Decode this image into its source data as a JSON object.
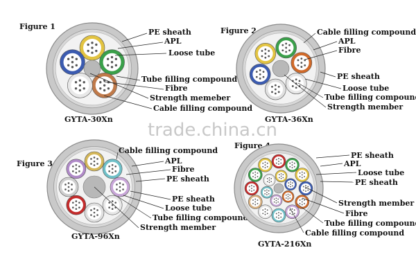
{
  "watermark": "trade.china.cn",
  "colors": {
    "sheath": "#c9c9c9",
    "sheath_edge": "#8a8a8a",
    "inner": "#f2f2f2",
    "core": "#b8b8b8",
    "tube_palette": [
      "#3b5bb0",
      "#e2c341",
      "#3aa04a",
      "#d06a2a",
      "#cfcfcf",
      "#c8a6d8",
      "#e0e0e0",
      "#c42b2b",
      "#f0f0f0",
      "#6fc0c8",
      "#d8b080"
    ]
  },
  "figures": [
    {
      "id": "fig1",
      "heading": "Figure 1",
      "model": "GYTA-30Xn",
      "labels": [
        "PE sheath",
        "APL",
        "Loose tube",
        "Tube filling compound",
        "Fibre",
        "Strength memeber",
        "Cable filling compound"
      ],
      "tube_count": 5,
      "tube_colors": [
        "#e2c341",
        "#3aa04a",
        "#c07a4a",
        "#e8e8e8",
        "#3b5bb0"
      ]
    },
    {
      "id": "fig2",
      "heading": "Figure 2",
      "model": "GYTA-36Xn",
      "labels": [
        "Cable filling compound",
        "APL",
        "Fibre",
        "PE sheath",
        "Loose tube",
        "Tube filling compound",
        "Strength member"
      ],
      "tube_count": 6,
      "tube_colors": [
        "#3aa04a",
        "#d06a2a",
        "#e8e8e8",
        "#e0e0e0",
        "#3b5bb0",
        "#e2c341"
      ]
    },
    {
      "id": "fig3",
      "heading": "Figure 3",
      "model": "GYTA-96Xn",
      "labels": [
        "Cable filling compound",
        "APL",
        "Fibre",
        "PE sheath",
        "PE sheath",
        "Loose tube",
        "Tube filling compound",
        "Strength member"
      ],
      "tube_count": 8,
      "tube_colors": [
        "#d4b75a",
        "#6fc0c8",
        "#c8a6d8",
        "#e8e8e8",
        "#e0e0e0",
        "#c42b2b",
        "#cfcfcf",
        "#b08ac8"
      ]
    },
    {
      "id": "fig4",
      "heading": "Figure 4",
      "model": "GYTA-216Xn",
      "labels": [
        "PE sheath",
        "APL",
        "Loose tube",
        "PE sheath",
        "Strength member",
        "Fibre",
        "Tube filling compound",
        "Cable filling compound"
      ],
      "tube_count": 18,
      "tube_colors": [
        "#c42b2b",
        "#3aa04a",
        "#e2c341",
        "#3b5bb0",
        "#d06a2a",
        "#c8a6d8",
        "#6fc0c8",
        "#e8e8e8",
        "#d8b080"
      ]
    }
  ]
}
